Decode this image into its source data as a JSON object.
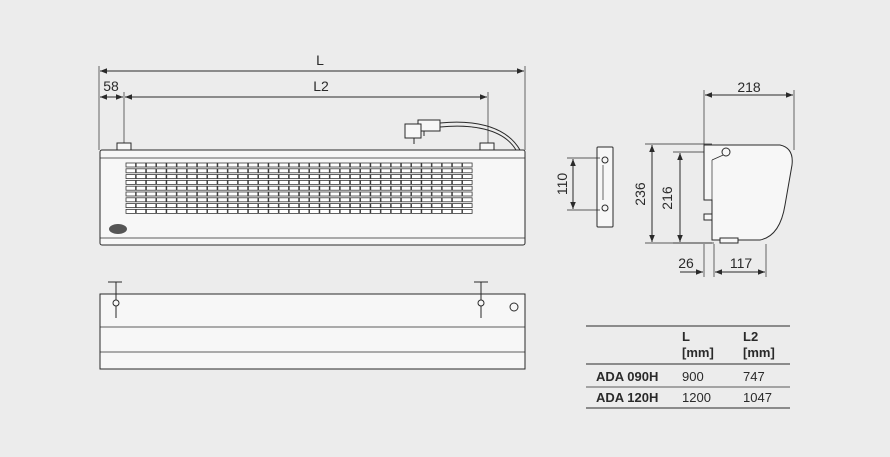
{
  "dimensions": {
    "front_total_length": "L",
    "front_offset": "58",
    "front_inner_length": "L2",
    "bracket_height": "110",
    "side_height_total": "236",
    "side_height_inner": "216",
    "side_depth": "218",
    "side_offset": "26",
    "side_inner_depth": "117"
  },
  "table": {
    "headers": [
      {
        "line1": "",
        "line2": ""
      },
      {
        "line1": "L",
        "line2": "[mm]"
      },
      {
        "line1": "L2",
        "line2": "[mm]"
      }
    ],
    "rows": [
      {
        "model": "ADA 090H",
        "l": "900",
        "l2": "747"
      },
      {
        "model": "ADA 120H",
        "l": "1200",
        "l2": "1047"
      }
    ]
  },
  "colors": {
    "background": "#ececec",
    "line": "#2a2a2a"
  }
}
